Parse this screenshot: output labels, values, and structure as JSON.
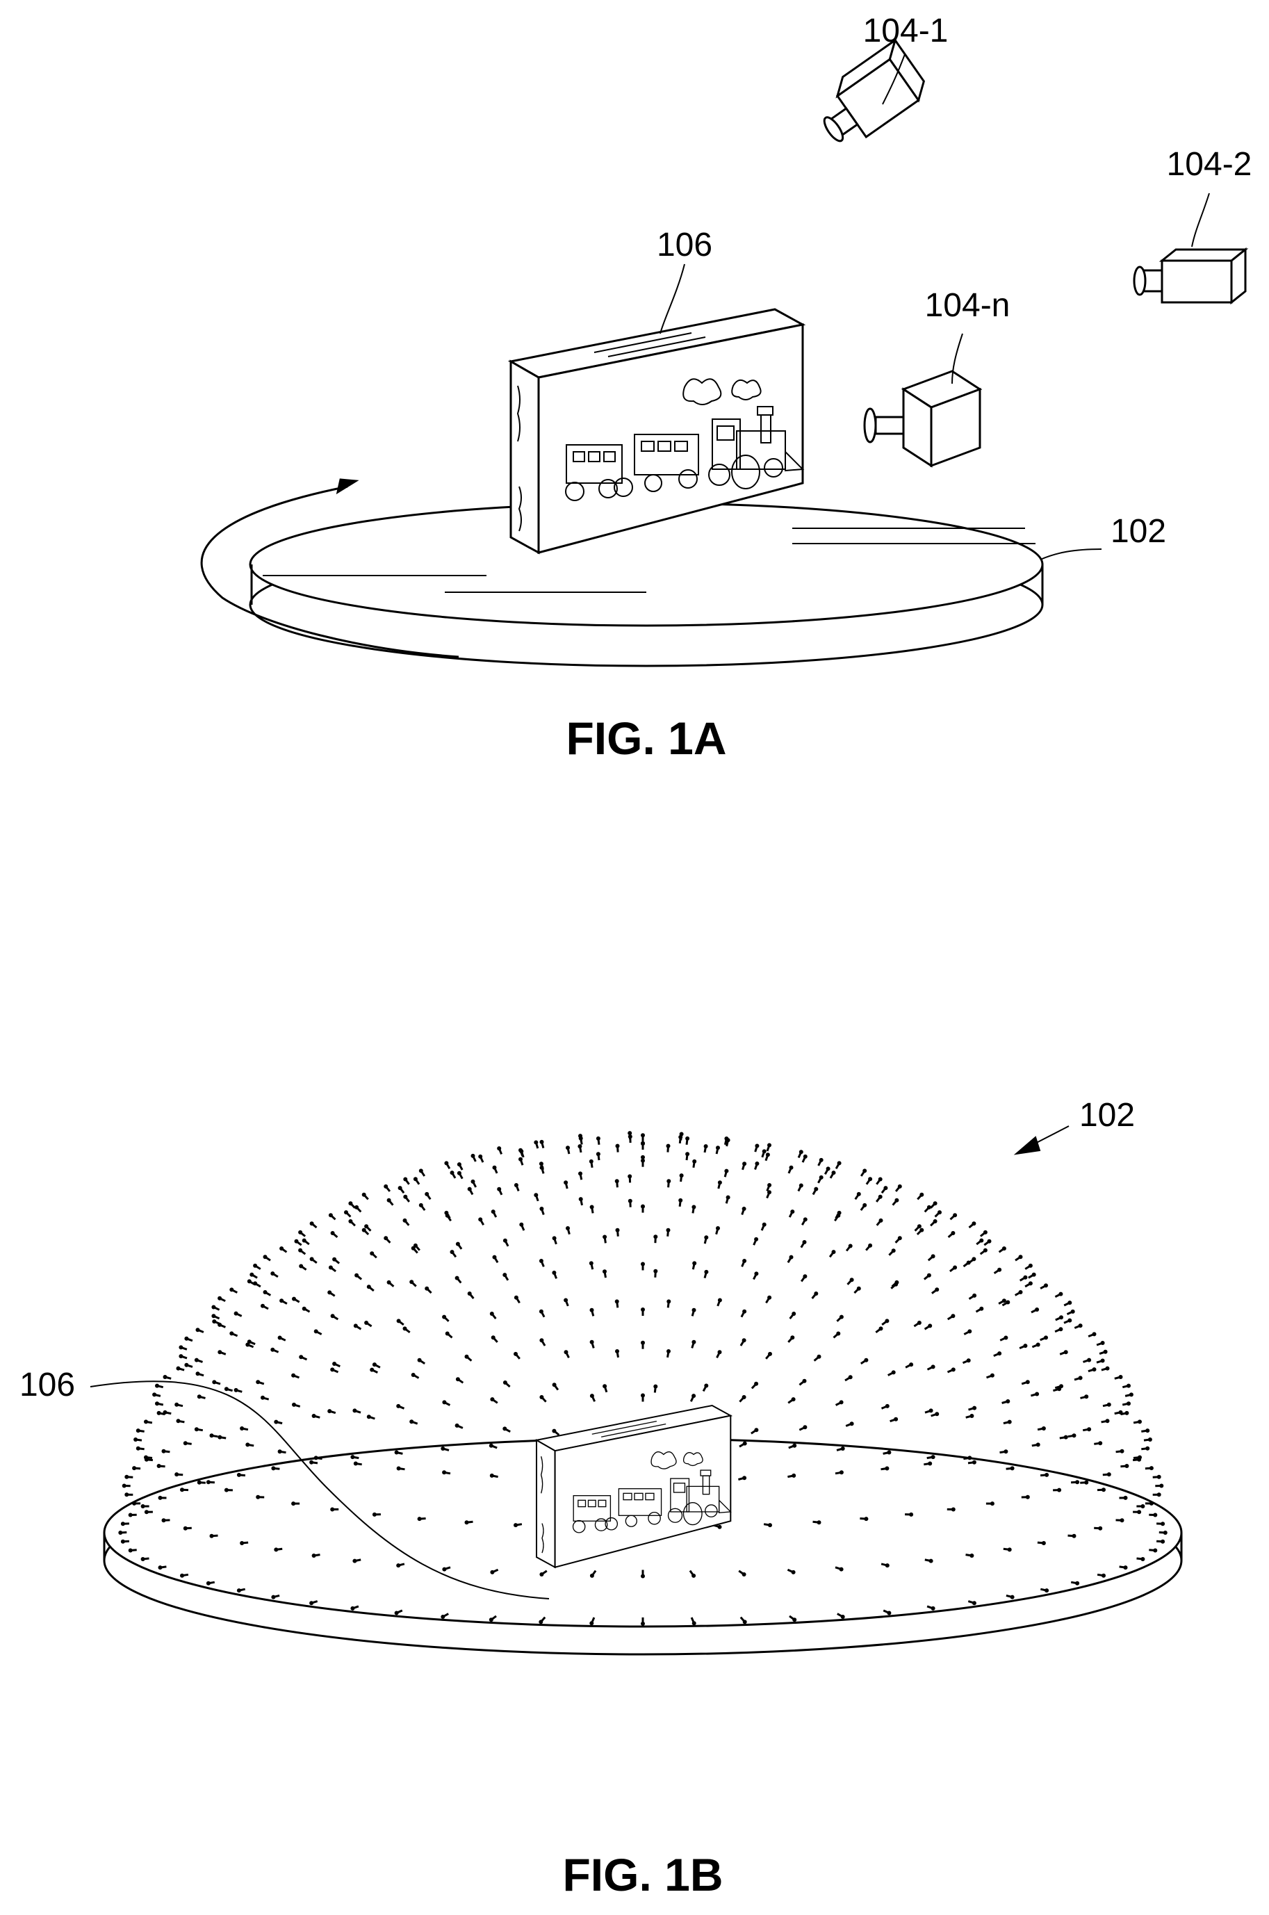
{
  "figure_1a": {
    "caption": "FIG. 1A",
    "labels": {
      "camera_1": "104-1",
      "camera_2": "104-2",
      "camera_n": "104-n",
      "object": "106",
      "turntable": "102"
    }
  },
  "figure_1b": {
    "caption": "FIG. 1B",
    "labels": {
      "dome": "102",
      "object": "106"
    }
  }
}
